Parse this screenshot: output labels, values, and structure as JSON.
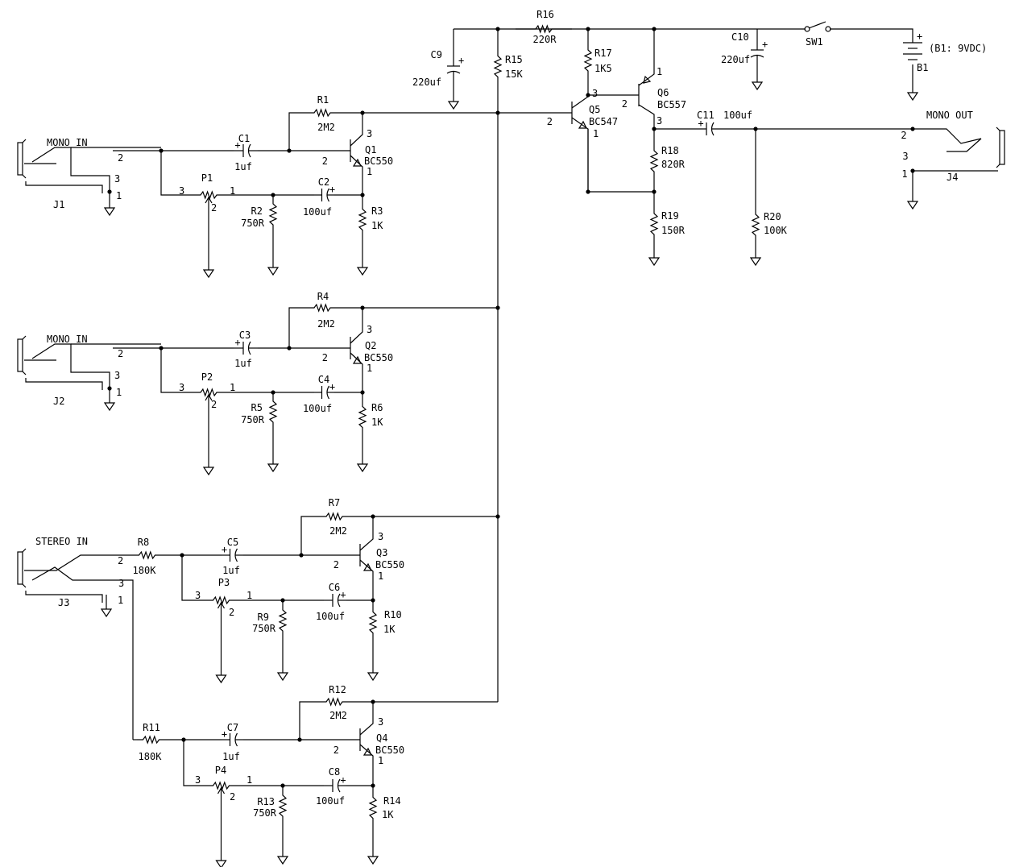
{
  "diagram": {
    "components": [
      {
        "id": "J1",
        "labels": [
          "MONO IN",
          "J1"
        ],
        "pins": [
          "2",
          "3",
          "1"
        ]
      },
      {
        "id": "J2",
        "labels": [
          "MONO IN",
          "J2"
        ],
        "pins": [
          "2",
          "3",
          "1"
        ]
      },
      {
        "id": "J3",
        "labels": [
          "STEREO IN",
          "J3"
        ],
        "pins": [
          "2",
          "3",
          "1"
        ]
      },
      {
        "id": "J4",
        "labels": [
          "MONO OUT",
          "J4"
        ],
        "pins": [
          "2",
          "3",
          "1"
        ]
      },
      {
        "id": "R1",
        "labels": [
          "R1",
          "2M2"
        ]
      },
      {
        "id": "R2",
        "labels": [
          "R2",
          "750R"
        ]
      },
      {
        "id": "R3",
        "labels": [
          "R3",
          "1K"
        ]
      },
      {
        "id": "R4",
        "labels": [
          "R4",
          "2M2"
        ]
      },
      {
        "id": "R5",
        "labels": [
          "R5",
          "750R"
        ]
      },
      {
        "id": "R6",
        "labels": [
          "R6",
          "1K"
        ]
      },
      {
        "id": "R7",
        "labels": [
          "R7",
          "2M2"
        ]
      },
      {
        "id": "R8",
        "labels": [
          "R8",
          "180K"
        ]
      },
      {
        "id": "R9",
        "labels": [
          "R9",
          "750R"
        ]
      },
      {
        "id": "R10",
        "labels": [
          "R10",
          "1K"
        ]
      },
      {
        "id": "R11",
        "labels": [
          "R11",
          "180K"
        ]
      },
      {
        "id": "R12",
        "labels": [
          "R12",
          "2M2"
        ]
      },
      {
        "id": "R13",
        "labels": [
          "R13",
          "750R"
        ]
      },
      {
        "id": "R14",
        "labels": [
          "R14",
          "1K"
        ]
      },
      {
        "id": "R15",
        "labels": [
          "R15",
          "15K"
        ]
      },
      {
        "id": "R16",
        "labels": [
          "R16",
          "220R"
        ]
      },
      {
        "id": "R17",
        "labels": [
          "R17",
          "1K5"
        ]
      },
      {
        "id": "R18",
        "labels": [
          "R18",
          "820R"
        ]
      },
      {
        "id": "R19",
        "labels": [
          "R19",
          "150R"
        ]
      },
      {
        "id": "R20",
        "labels": [
          "R20",
          "100K"
        ]
      },
      {
        "id": "C1",
        "labels": [
          "C1",
          "1uf"
        ]
      },
      {
        "id": "C2",
        "labels": [
          "C2",
          "100uf"
        ]
      },
      {
        "id": "C3",
        "labels": [
          "C3",
          "1uf"
        ]
      },
      {
        "id": "C4",
        "labels": [
          "C4",
          "100uf"
        ]
      },
      {
        "id": "C5",
        "labels": [
          "C5",
          "1uf"
        ]
      },
      {
        "id": "C6",
        "labels": [
          "C6",
          "100uf"
        ]
      },
      {
        "id": "C7",
        "labels": [
          "C7",
          "1uf"
        ]
      },
      {
        "id": "C8",
        "labels": [
          "C8",
          "100uf"
        ]
      },
      {
        "id": "C9",
        "labels": [
          "C9",
          "220uf"
        ]
      },
      {
        "id": "C10",
        "labels": [
          "C10",
          "220uf"
        ]
      },
      {
        "id": "C11",
        "labels": [
          "C11",
          "100uf"
        ]
      },
      {
        "id": "P1",
        "labels": [
          "P1"
        ],
        "pins": [
          "3",
          "1",
          "2"
        ]
      },
      {
        "id": "P2",
        "labels": [
          "P2"
        ],
        "pins": [
          "3",
          "1",
          "2"
        ]
      },
      {
        "id": "P3",
        "labels": [
          "P3"
        ],
        "pins": [
          "3",
          "1",
          "2"
        ]
      },
      {
        "id": "P4",
        "labels": [
          "P4"
        ],
        "pins": [
          "3",
          "1",
          "2"
        ]
      },
      {
        "id": "Q1",
        "labels": [
          "Q1",
          "BC550"
        ],
        "pins": [
          "3",
          "2",
          "1"
        ]
      },
      {
        "id": "Q2",
        "labels": [
          "Q2",
          "BC550"
        ],
        "pins": [
          "3",
          "2",
          "1"
        ]
      },
      {
        "id": "Q3",
        "labels": [
          "Q3",
          "BC550"
        ],
        "pins": [
          "3",
          "2",
          "1"
        ]
      },
      {
        "id": "Q4",
        "labels": [
          "Q4",
          "BC550"
        ],
        "pins": [
          "3",
          "2",
          "1"
        ]
      },
      {
        "id": "Q5",
        "labels": [
          "Q5",
          "BC547"
        ],
        "pins": [
          "3",
          "2",
          "1"
        ]
      },
      {
        "id": "Q6",
        "labels": [
          "Q6",
          "BC557"
        ],
        "pins": [
          "1",
          "2",
          "3"
        ]
      },
      {
        "id": "SW1",
        "labels": [
          "SW1"
        ]
      },
      {
        "id": "B1",
        "labels": [
          "B1",
          "(B1: 9VDC)"
        ]
      }
    ]
  }
}
